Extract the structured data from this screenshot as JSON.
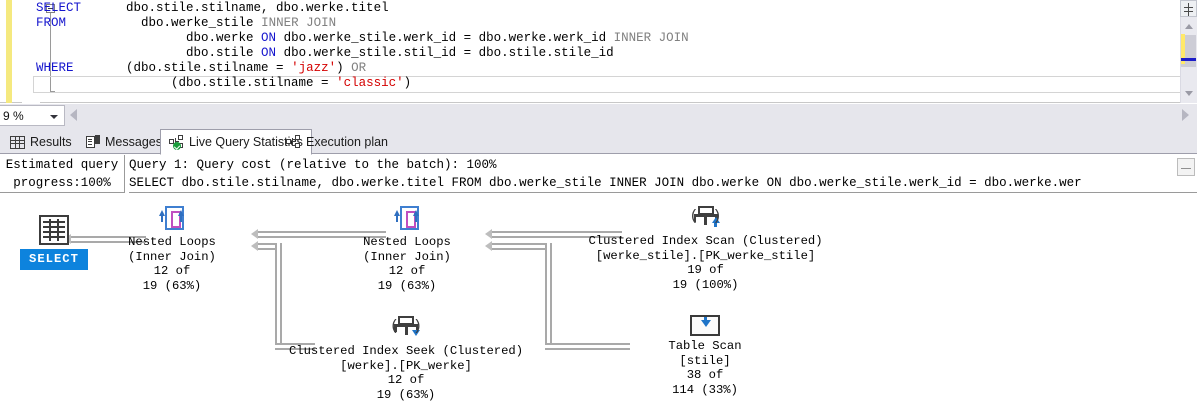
{
  "editor": {
    "sql_lines": [
      {
        "kw": "SELECT",
        "rest": "      dbo.stile.stilname, dbo.werke.titel"
      },
      {
        "kw": "FROM",
        "rest": "          dbo.werke_stile INNER JOIN"
      },
      {
        "kw": "",
        "rest": "                    dbo.werke ON dbo.werke_stile.werk_id = dbo.werke.werk_id INNER JOIN"
      },
      {
        "kw": "",
        "rest": "                    dbo.stile ON dbo.werke_stile.stil_id = dbo.stile.stile_id"
      },
      {
        "kw": "WHERE",
        "rest": "       (dbo.stile.stilname = 'jazz') OR"
      },
      {
        "kw": "",
        "rest": "                  (dbo.stile.stilname = 'classic')"
      }
    ],
    "zoom_value": "9 %"
  },
  "tabs": [
    {
      "label": "Results",
      "icon": "grid-icon",
      "active": false
    },
    {
      "label": "Messages",
      "icon": "message-icon",
      "active": false
    },
    {
      "label": "Live Query Statistics",
      "icon": "live-query-statistics-icon",
      "active": true
    },
    {
      "label": "Execution plan",
      "icon": "execution-plan-icon",
      "active": false
    }
  ],
  "plan_header": {
    "progress_line1": "Estimated query",
    "progress_line2": "progress:100%",
    "query_cost_line": "Query 1: Query cost (relative to the batch): 100%",
    "query_text_line": "SELECT dbo.stile.stilname, dbo.werke.titel FROM dbo.werke_stile INNER JOIN dbo.werke ON dbo.werke_stile.werk_id = dbo.werke.wer"
  },
  "plan_nodes": [
    {
      "id": "select",
      "icon": "result-grid-icon",
      "label": "SELECT",
      "lines": [],
      "highlight_color": "#0d83dd"
    },
    {
      "id": "nested-loops-1",
      "icon": "nested-loops-icon",
      "lines": [
        "Nested Loops",
        "(Inner Join)",
        "12 of",
        "19 (63%)"
      ]
    },
    {
      "id": "nested-loops-2",
      "icon": "nested-loops-icon",
      "lines": [
        "Nested Loops",
        "(Inner Join)",
        "12 of",
        "19 (63%)"
      ]
    },
    {
      "id": "clustered-index-scan",
      "icon": "clustered-index-scan-icon",
      "lines": [
        "Clustered Index Scan (Clustered)",
        "[werke_stile].[PK_werke_stile]",
        "19 of",
        "19 (100%)"
      ]
    },
    {
      "id": "clustered-index-seek",
      "icon": "clustered-index-seek-icon",
      "lines": [
        "Clustered Index Seek (Clustered)",
        "[werke].[PK_werke]",
        "12 of",
        "19 (63%)"
      ]
    },
    {
      "id": "table-scan",
      "icon": "table-scan-icon",
      "lines": [
        "Table Scan",
        "[stile]",
        "38 of",
        "114 (33%)"
      ]
    }
  ],
  "colors": {
    "keyword": "#1515cd",
    "string": "#d40000",
    "select_badge": "#0d83dd",
    "connector": "#a9a9a9",
    "change_gutter": "#f5e97f"
  }
}
